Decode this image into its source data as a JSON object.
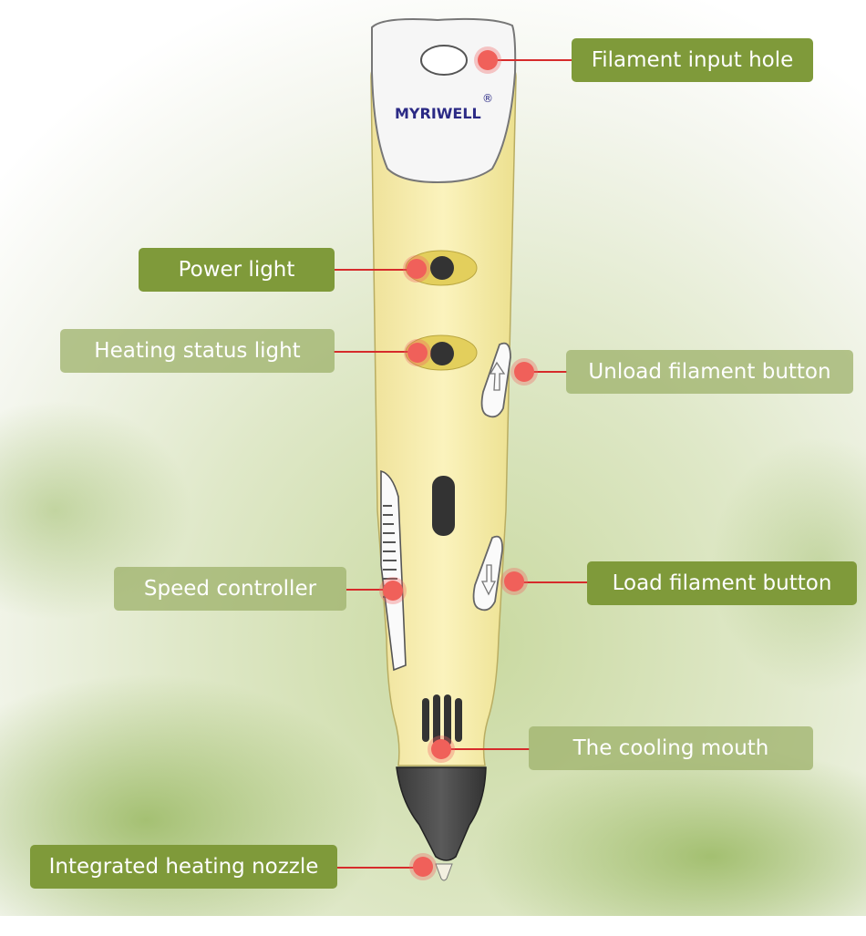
{
  "brand": {
    "logo_text": "MYRIWELL",
    "registered_mark": "®"
  },
  "labels": {
    "filament_input_hole": "Filament input hole",
    "power_light": "Power light",
    "heating_status_light": "Heating status light",
    "unload_filament_button": "Unload filament button",
    "speed_controller": "Speed controller",
    "load_filament_button": "Load filament button",
    "cooling_mouth": "The cooling mouth",
    "heating_nozzle": "Integrated heating nozzle"
  },
  "colors": {
    "label_dark": "#7f9a3a",
    "label_light": "#a0b46e",
    "pen_body": "#f5eca4",
    "pointer_line": "#d62b2b",
    "pointer_dot": "#f0605a"
  }
}
